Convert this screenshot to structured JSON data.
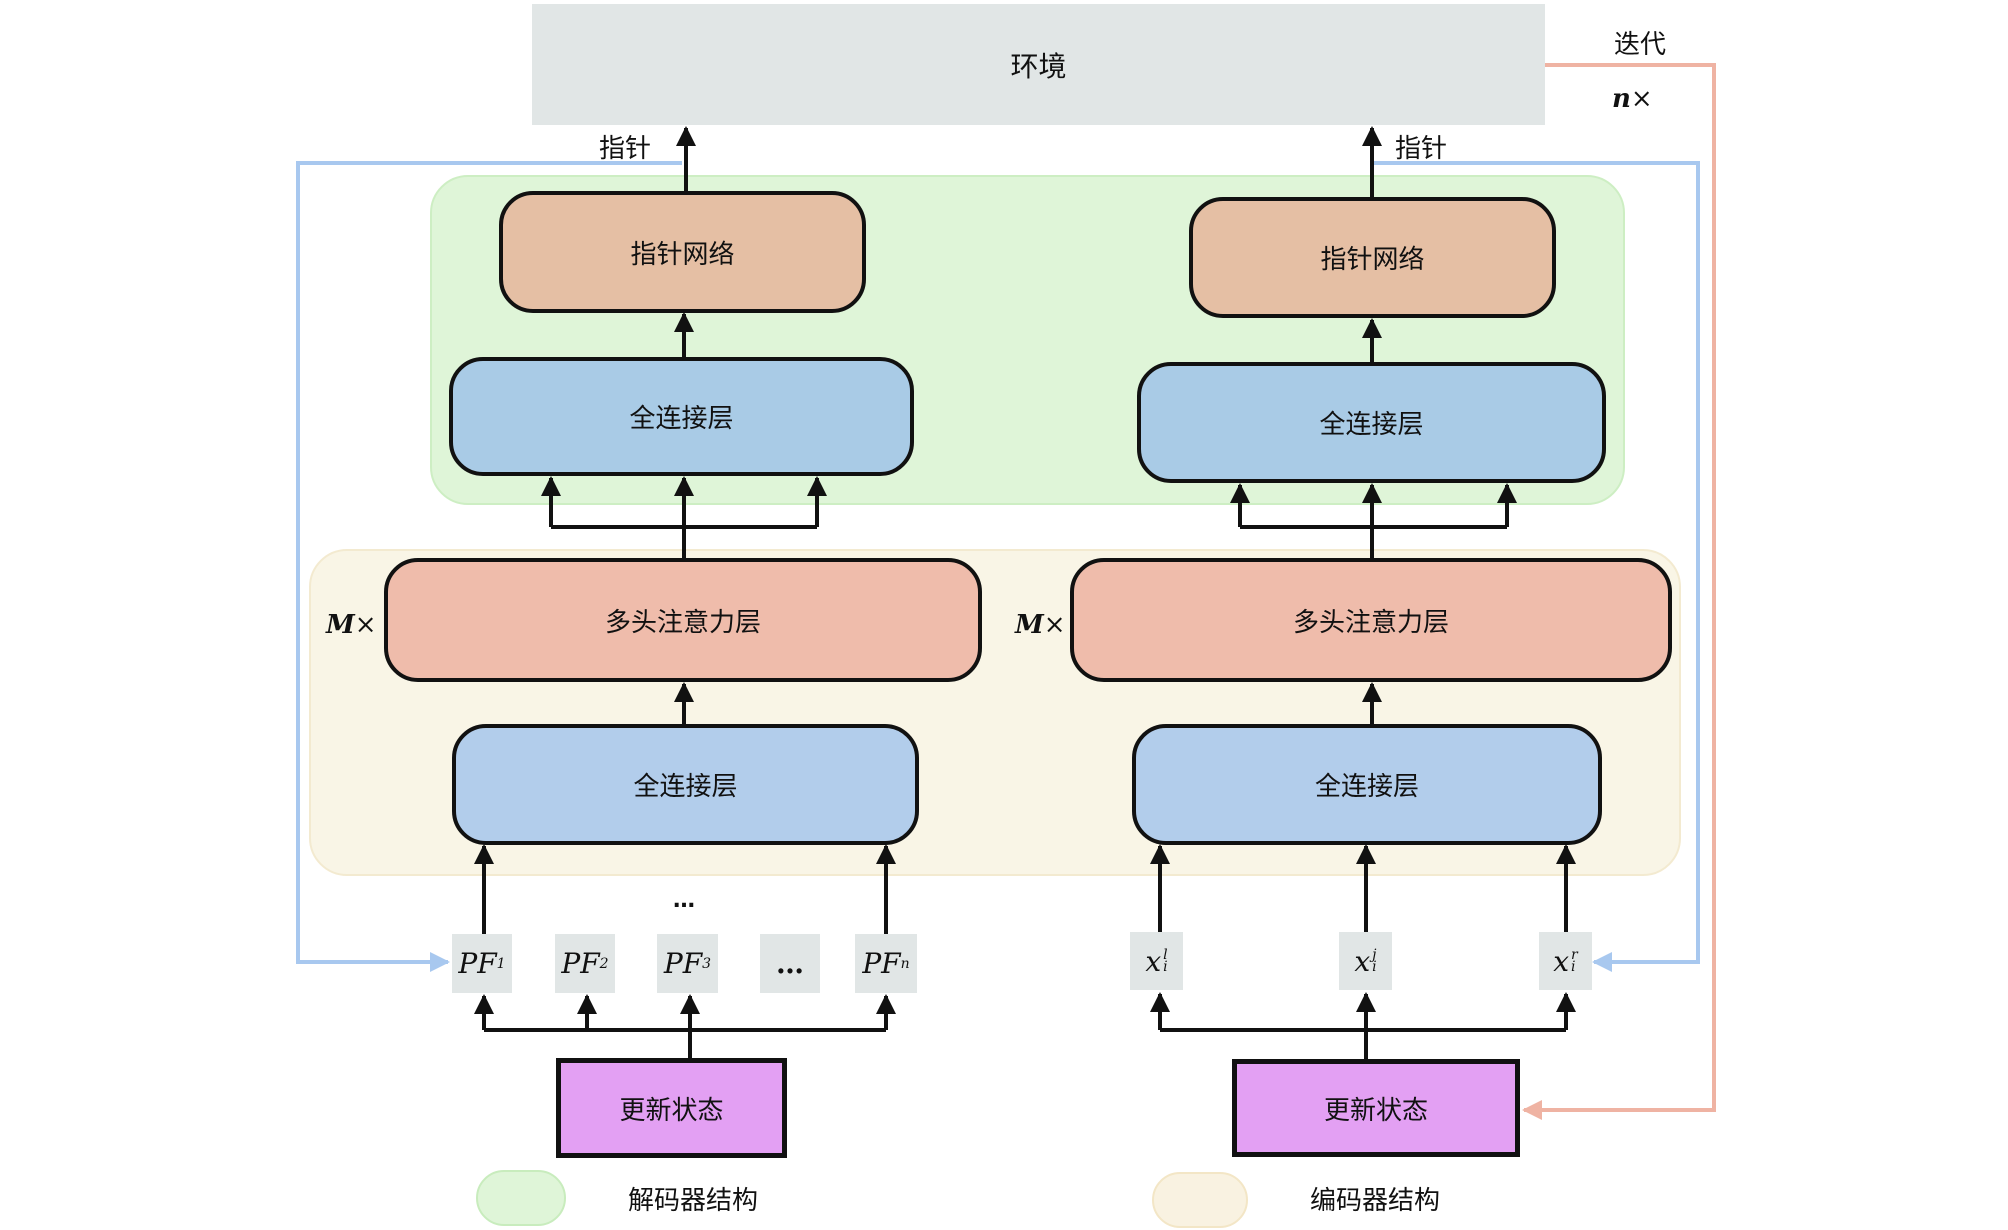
{
  "environment": {
    "label": "环境"
  },
  "iteration": {
    "label": "迭代",
    "count_label": "n×",
    "count_var": "n",
    "times": "×"
  },
  "pointer_output": {
    "left_label": "指针",
    "right_label": "指针"
  },
  "decoder_side": {
    "pointer_network": "指针网络",
    "fc_top": "全连接层",
    "mha": "多头注意力层",
    "fc_bottom": "全连接层",
    "repeat_var": "M",
    "repeat_times": "×",
    "inputs": [
      {
        "base": "PF",
        "sub": "1"
      },
      {
        "base": "PF",
        "sub": "2"
      },
      {
        "base": "PF",
        "sub": "3"
      },
      {
        "base": "…",
        "sub": ""
      },
      {
        "base": "PF",
        "sub": "n"
      }
    ],
    "ellipsis": "…",
    "update_state": "更新状态"
  },
  "encoder_side": {
    "pointer_network": "指针网络",
    "fc_top": "全连接层",
    "mha": "多头注意力层",
    "fc_bottom": "全连接层",
    "repeat_var": "M",
    "repeat_times": "×",
    "inputs": [
      {
        "base": "x",
        "sub": "i",
        "sup": "l"
      },
      {
        "base": "x",
        "sub": "i",
        "sup": "j"
      },
      {
        "base": "x",
        "sub": "i",
        "sup": "r"
      }
    ],
    "update_state": "更新状态"
  },
  "legend": [
    {
      "label": "解码器结构",
      "color": "#dff5d8"
    },
    {
      "label": "编码器结构",
      "color": "#f9f5e6"
    }
  ],
  "colors": {
    "feedback_blue": "#a8c8ef",
    "iteration_red": "#efb3a3",
    "pointer_network": "#e5bfa4",
    "fully_connected": "#a9cbe6",
    "attention": "#efbcab",
    "update_state": "#e3a0f3",
    "environment": "#e1e6e6"
  }
}
